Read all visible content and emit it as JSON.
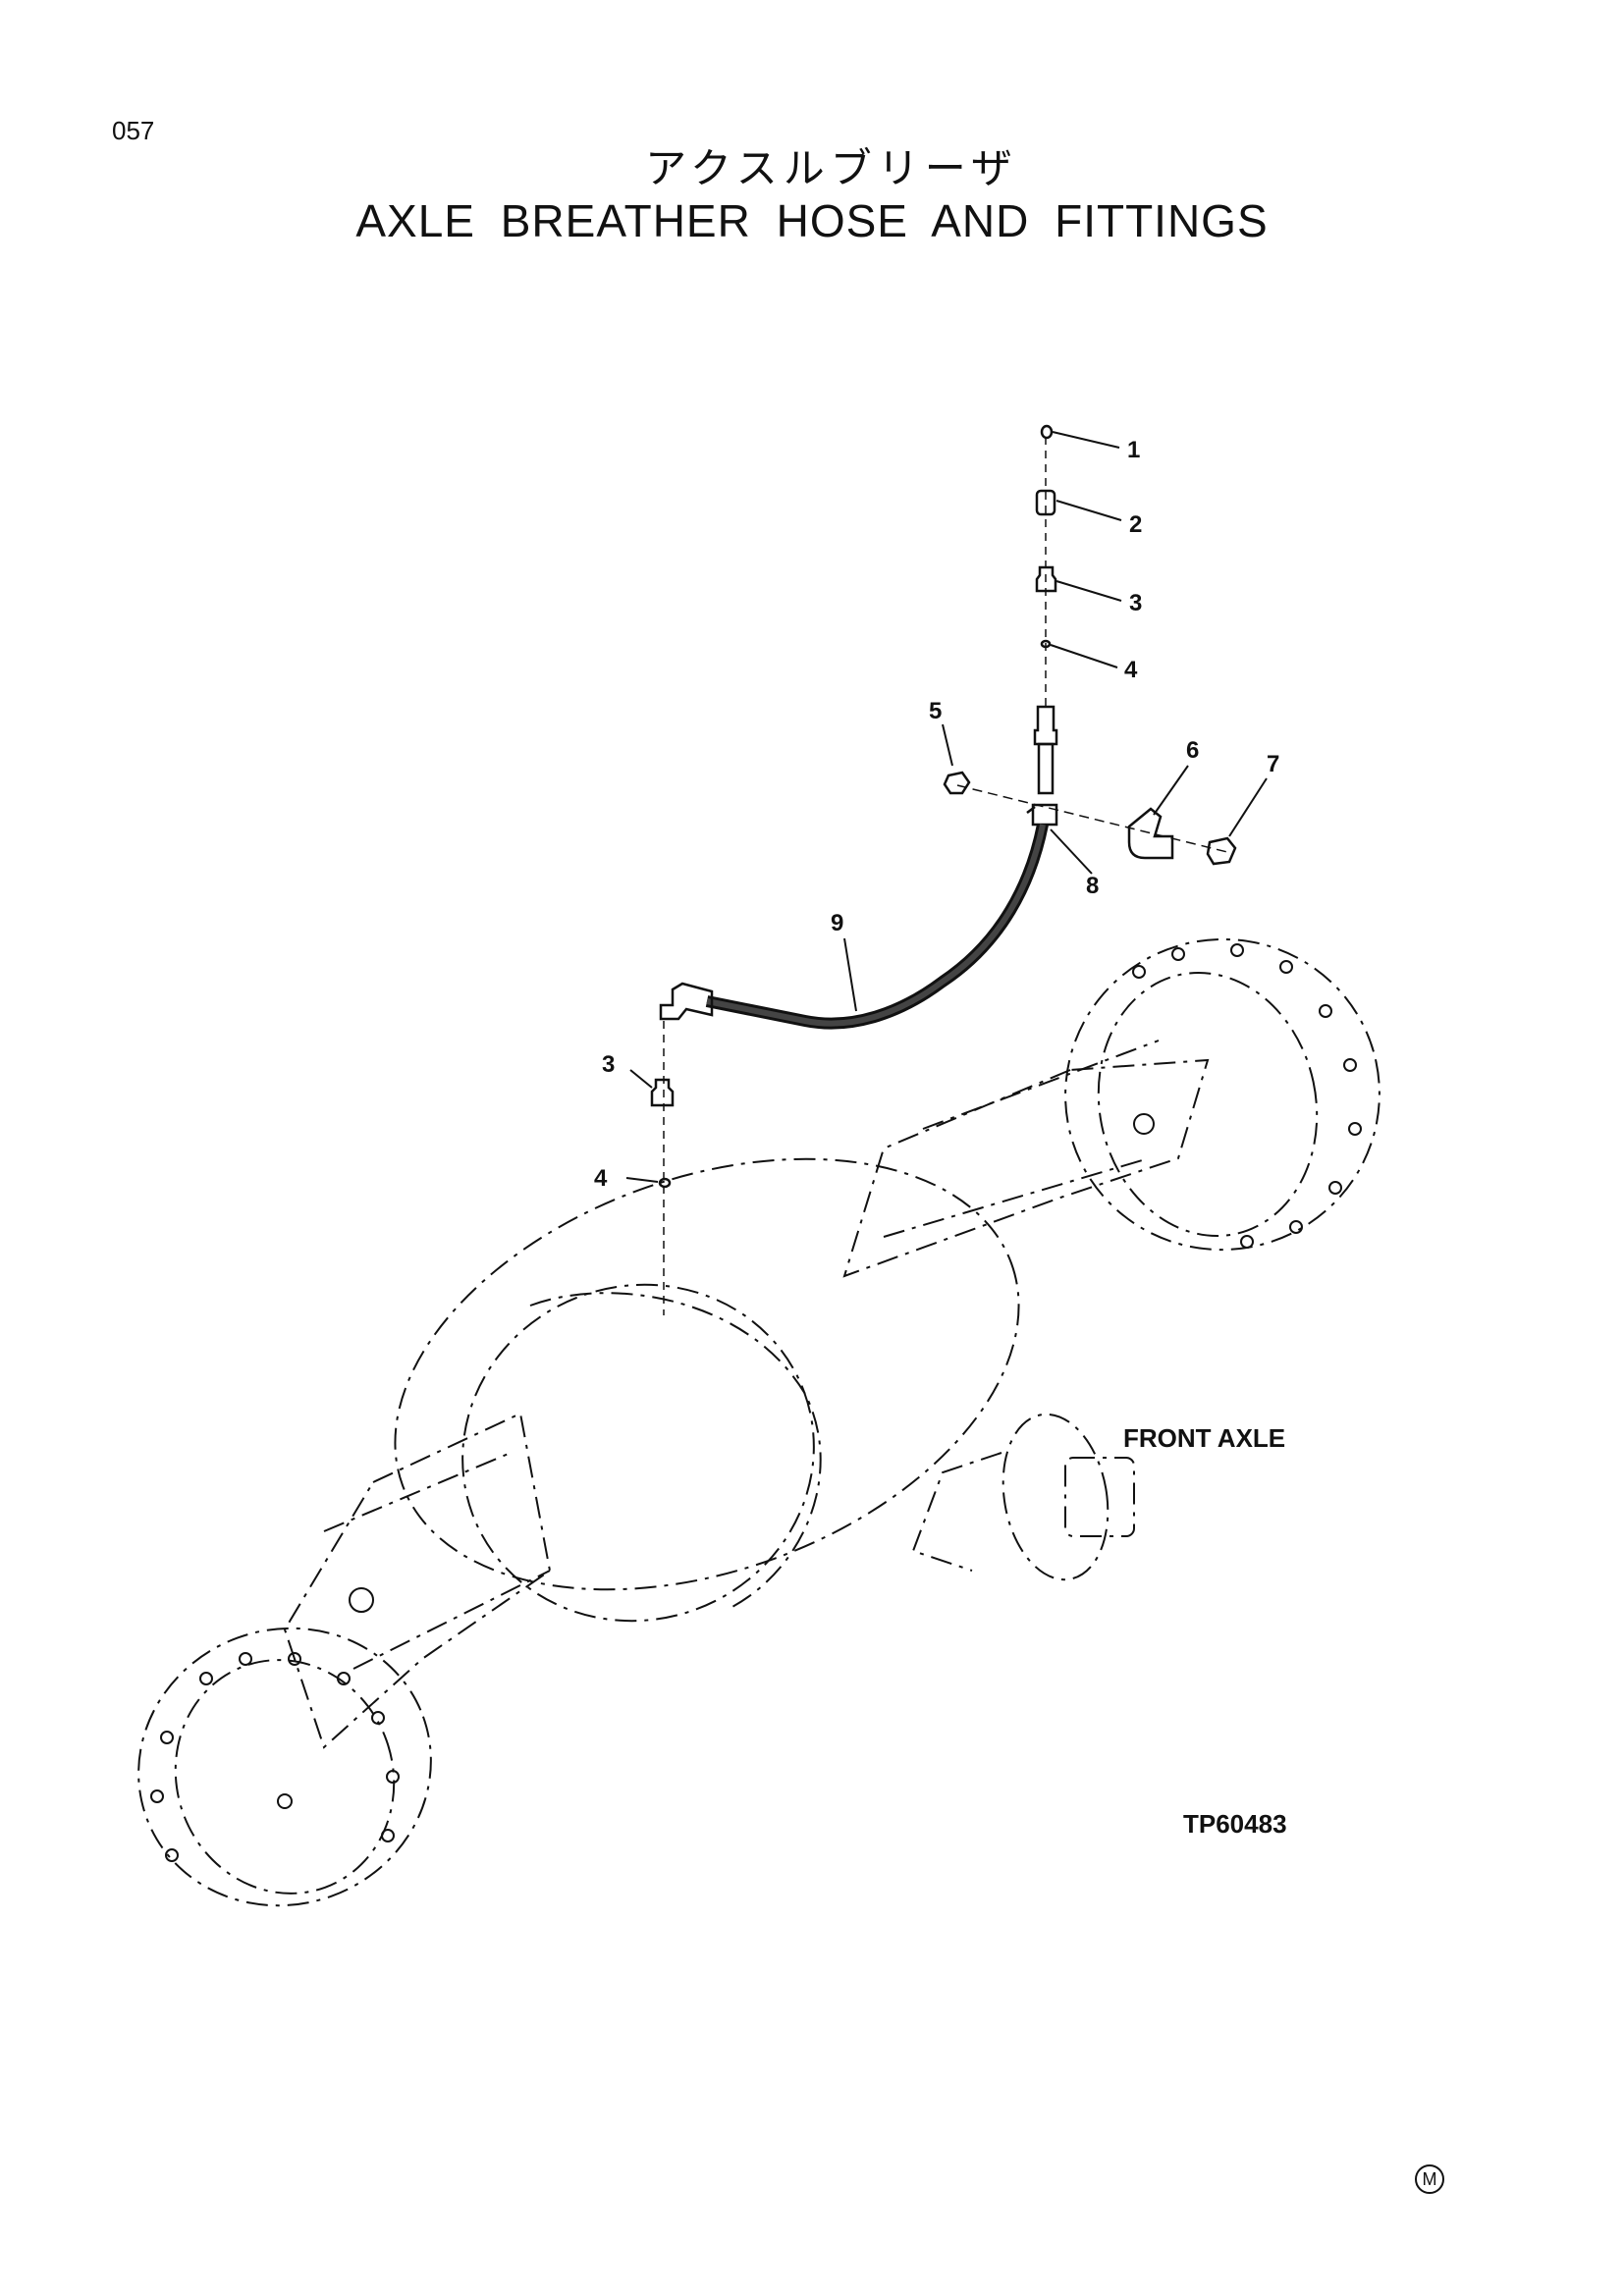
{
  "page": {
    "number": "057",
    "title_jp": "アクスルブリーザ",
    "title_en": "AXLE BREATHER HOSE AND FITTINGS"
  },
  "callouts": [
    "1",
    "2",
    "3",
    "4",
    "5",
    "6",
    "7",
    "8",
    "9",
    "3",
    "4"
  ],
  "labels": {
    "front_axle": "FRONT AXLE",
    "drawing_id": "TP60483",
    "mark": "M"
  }
}
